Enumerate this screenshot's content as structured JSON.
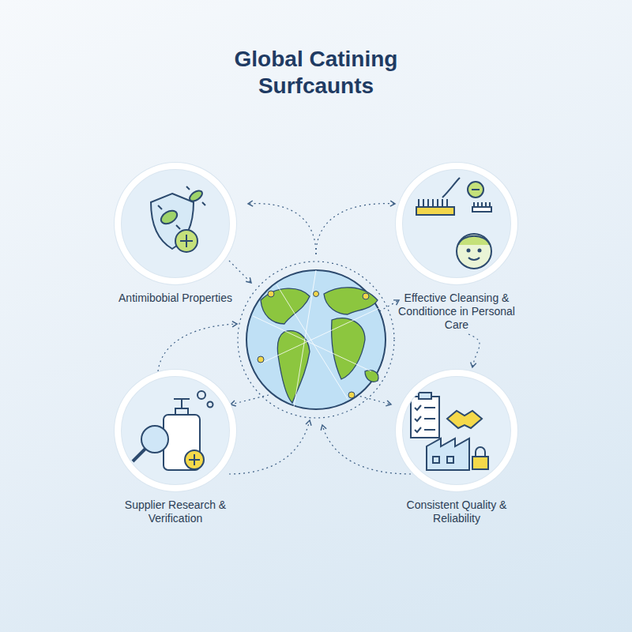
{
  "diagram": {
    "title": "Global Catining Surfcaunts",
    "nodes": [
      {
        "text": [
          "Antimibobial Properties"
        ]
      },
      {
        "text": [
          "Effective Cleansing & Conditionce in Personal Care"
        ]
      },
      {
        "text": [
          "Supplier Research & Verification"
        ]
      },
      {
        "text": [
          "Consistent Quality & Reliability"
        ]
      }
    ],
    "edges": [
      {
        "from": 1,
        "to": 3,
        "arrow": "to"
      }
    ]
  }
}
